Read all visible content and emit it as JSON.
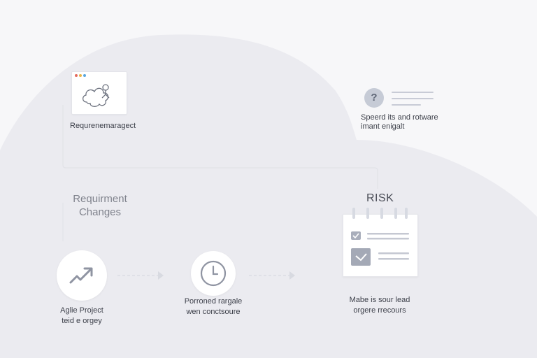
{
  "colors": {
    "background": "#f7f7f9",
    "cloud": "#ebebf0",
    "accent_icon": "#9fa4b2",
    "connector": "#dcdde3"
  },
  "top_left": {
    "icon": "cloud-gear-icon",
    "caption": "Requrenemaragect"
  },
  "top_right": {
    "icon": "question-icon",
    "caption_line1": "Speerd its and rotware",
    "caption_line2": "imant enigalt"
  },
  "mid_left": {
    "line1": "Requirment",
    "line2": "Changes"
  },
  "risk": {
    "title": "RISK",
    "icon": "checklist-clipboard-icon",
    "caption_line1": "Mabe is sour lead",
    "caption_line2": "orgere rrecours"
  },
  "step1": {
    "icon": "chevron-up-arrow-icon",
    "caption_line1": "Aglie Project",
    "caption_line2": "teid e orgey"
  },
  "step2": {
    "icon": "clock-icon",
    "caption_line1": "Porroned rargale",
    "caption_line2": "wen conctsoure"
  }
}
